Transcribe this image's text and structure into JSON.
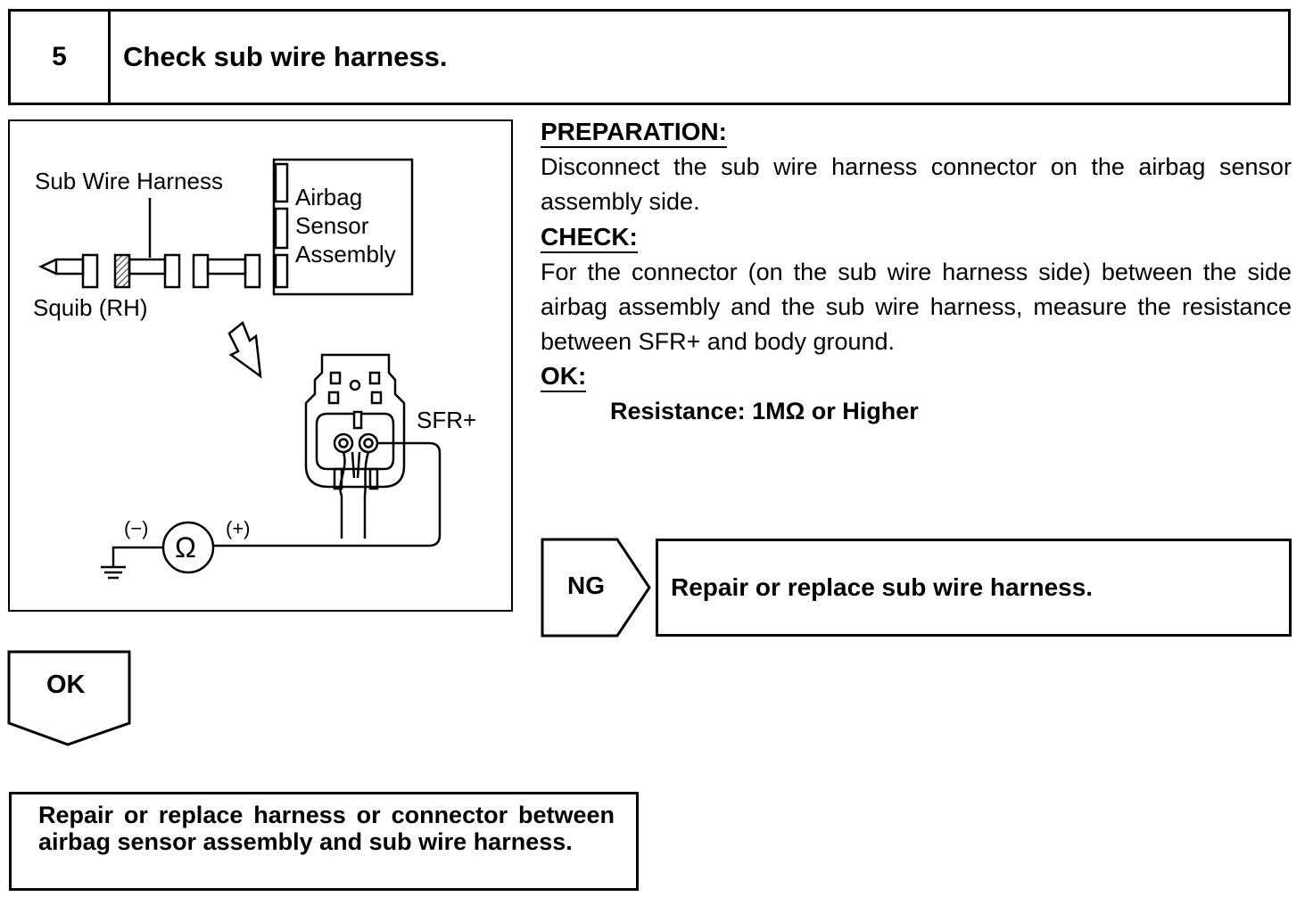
{
  "step": {
    "number": "5",
    "title": "Check sub wire harness."
  },
  "diagram": {
    "labels": {
      "sub_wire_harness": "Sub Wire Harness",
      "airbag": "Airbag",
      "sensor": "Sensor",
      "assembly": "Assembly",
      "squib": "Squib (RH)",
      "sfr_plus": "SFR+",
      "minus": "(−)",
      "plus": "(+)",
      "ohm_symbol": "Ω"
    }
  },
  "instructions": {
    "preparation_heading": "PREPARATION:",
    "preparation_text": "Disconnect the sub wire harness connector on the airbag sensor assembly side.",
    "check_heading": "CHECK:",
    "check_text": "For the connector (on the sub wire harness side) between the side airbag assembly and the sub wire harness, measure the resistance between SFR+ and body ground.",
    "ok_heading": "OK:",
    "ok_spec": "Resistance: 1MΩ or Higher"
  },
  "ng_branch": {
    "label": "NG",
    "action": "Repair or replace sub wire harness."
  },
  "ok_branch": {
    "label": "OK",
    "action": "Repair or replace harness or connector between airbag sensor assembly and sub wire harness."
  }
}
